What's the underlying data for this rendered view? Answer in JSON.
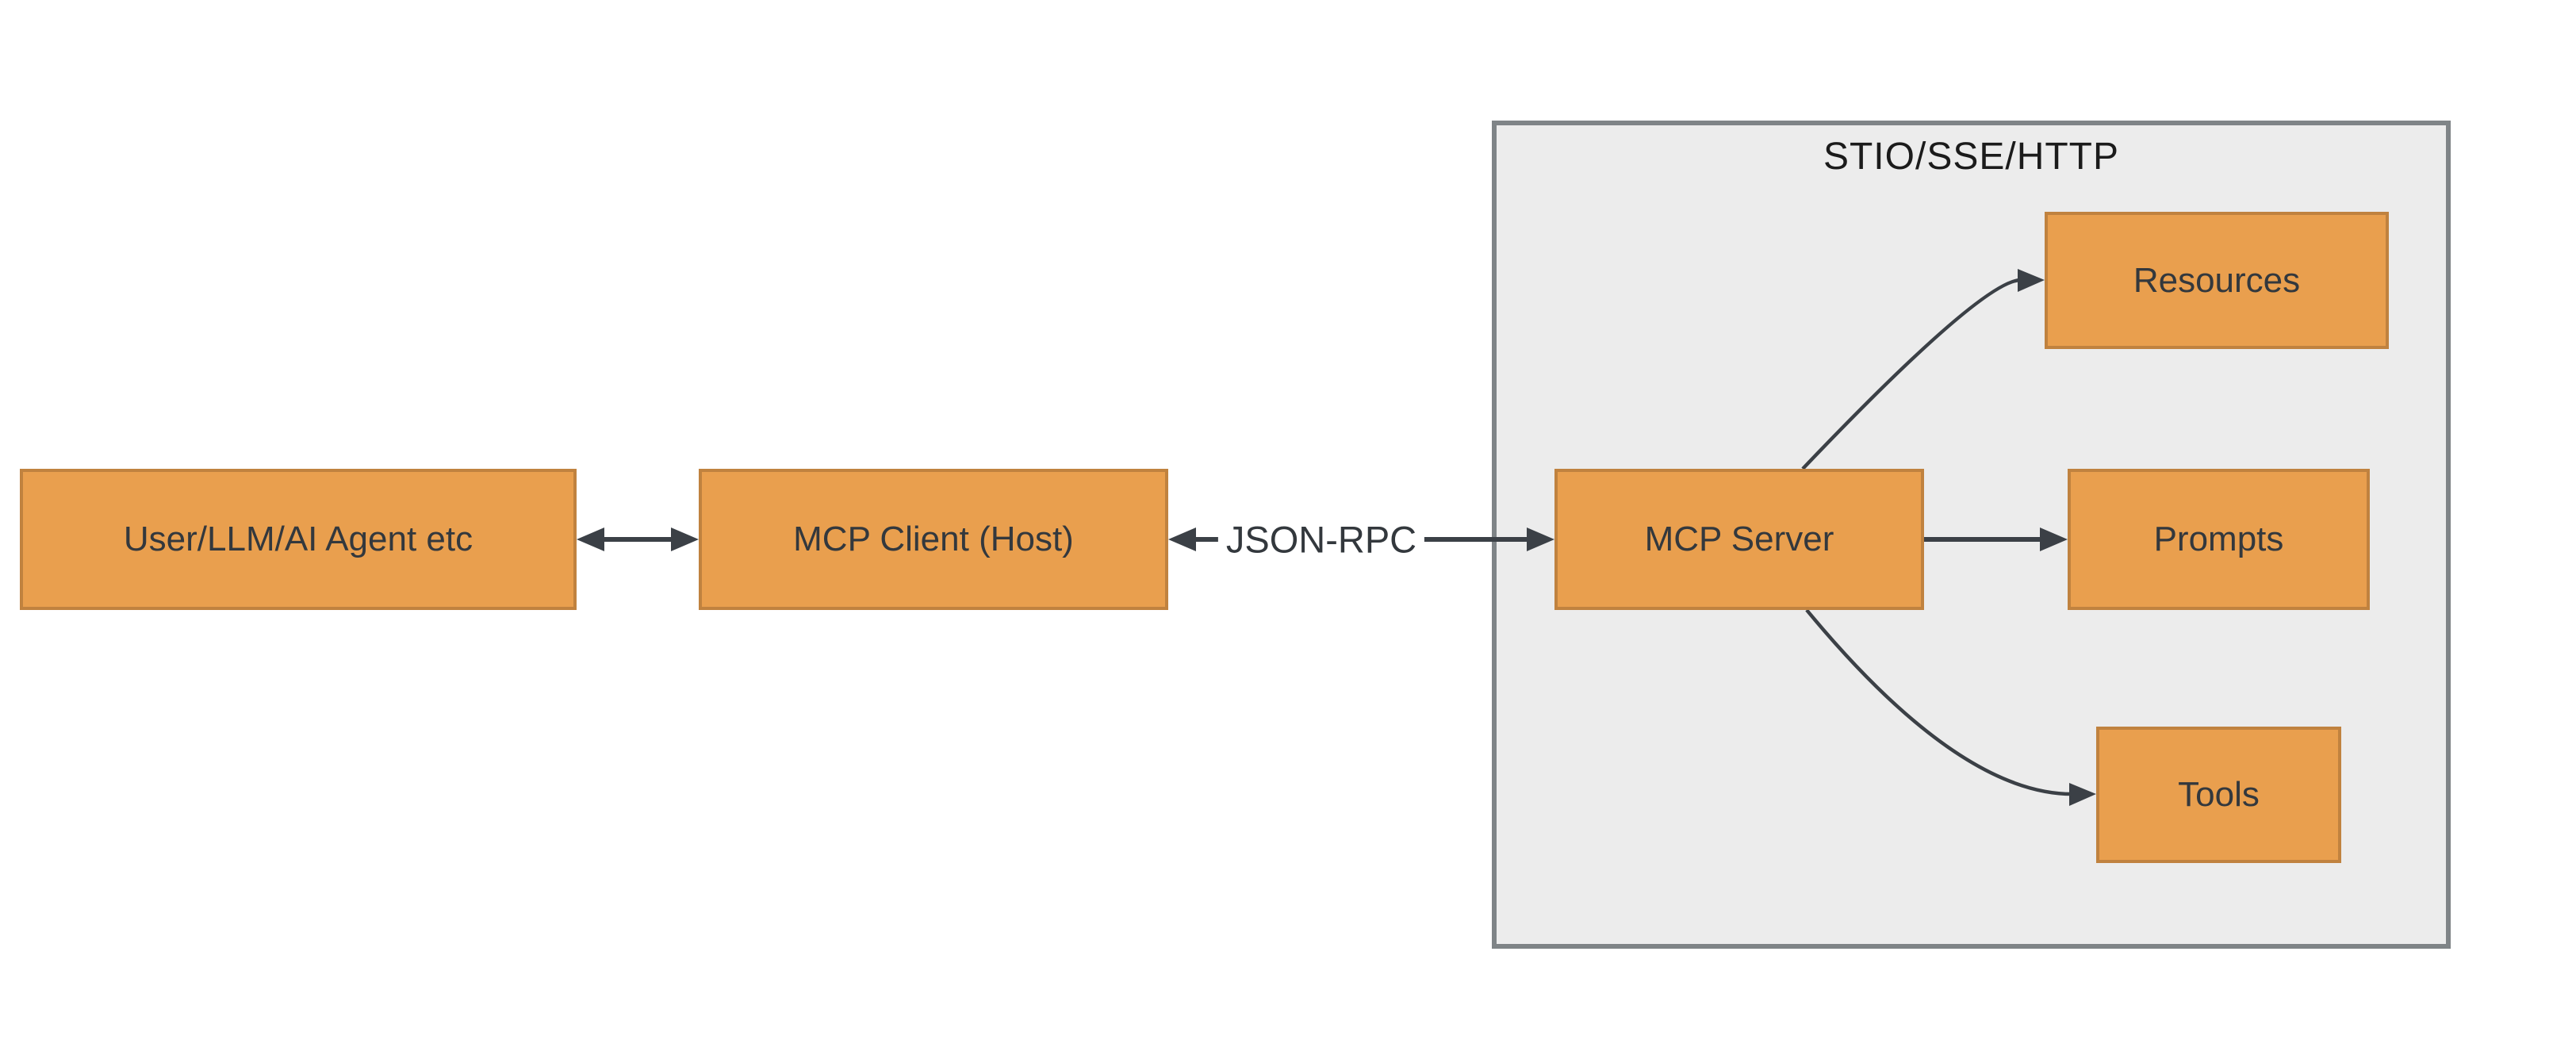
{
  "diagram": {
    "container": {
      "title": "STIO/SSE/HTTP"
    },
    "nodes": {
      "user": {
        "label": "User/LLM/AI Agent etc"
      },
      "client": {
        "label": "MCP Client (Host)"
      },
      "server": {
        "label": "MCP Server"
      },
      "resources": {
        "label": "Resources"
      },
      "prompts": {
        "label": "Prompts"
      },
      "tools": {
        "label": "Tools"
      }
    },
    "edges": {
      "user_client": {
        "type": "bidirectional-arrow",
        "label": ""
      },
      "client_server": {
        "type": "bidirectional-arrow",
        "label": "JSON-RPC"
      },
      "server_resources": {
        "type": "arrow",
        "label": ""
      },
      "server_prompts": {
        "type": "arrow",
        "label": ""
      },
      "server_tools": {
        "type": "arrow",
        "label": ""
      }
    },
    "colors": {
      "node_fill": "#E99F4E",
      "node_border": "#C0823F",
      "container_fill": "#ECECEC",
      "container_border": "#7F8487",
      "arrow": "#3B4046",
      "node_text": "#33383D",
      "title_text": "#1B1B1B",
      "background": "#FFFFFF"
    }
  }
}
